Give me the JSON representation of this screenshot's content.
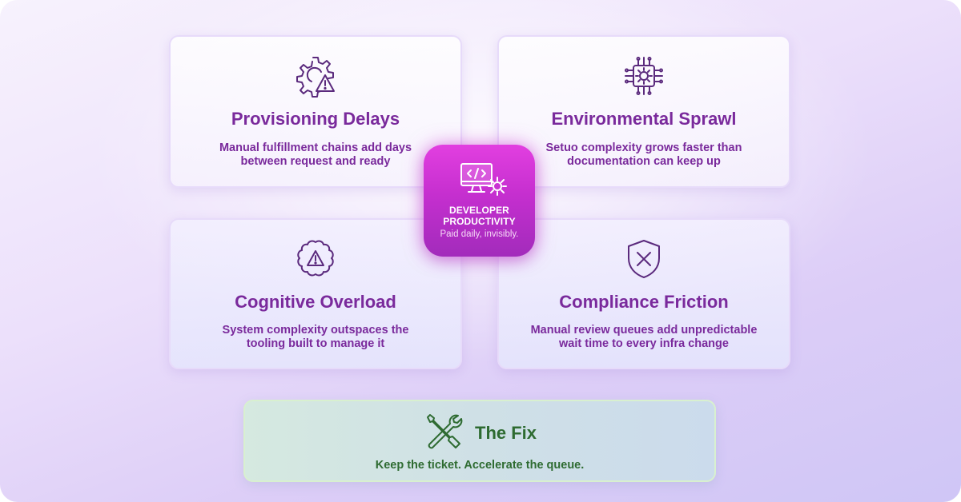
{
  "cards": [
    {
      "title": "Provisioning Delays",
      "description_lines": [
        "Manual fulfillment chains add days",
        "between request and ready"
      ],
      "icon": "gear-warning-icon"
    },
    {
      "title": "Environmental Sprawl",
      "description_lines": [
        "Setuo complexity grows faster than",
        "documentation can keep up"
      ],
      "icon": "circuit-gear-icon"
    },
    {
      "title": "Cognitive Overload",
      "description_lines": [
        "System complexity outspaces the",
        "tooling built to manage it"
      ],
      "icon": "brain-warning-icon"
    },
    {
      "title": "Compliance Friction",
      "description_lines": [
        "Manual review queues add unpredictable",
        "wait time to every infra change"
      ],
      "icon": "shield-x-icon"
    }
  ],
  "center": {
    "title_lines": [
      "DEVELOPER",
      "PRODUCTIVITY"
    ],
    "subtitle": "Paid daily, invisibly.",
    "icon": "monitor-code-gear-icon"
  },
  "fix": {
    "title": "The Fix",
    "description": "Keep the ticket. Accelerate the queue.",
    "icon": "wrench-screwdriver-icon"
  },
  "colors": {
    "card_text": "#7a2a9c",
    "center_gradient_top": "#e23fe0",
    "center_gradient_bottom": "#a22bbb",
    "fix_text": "#2e6b31"
  }
}
